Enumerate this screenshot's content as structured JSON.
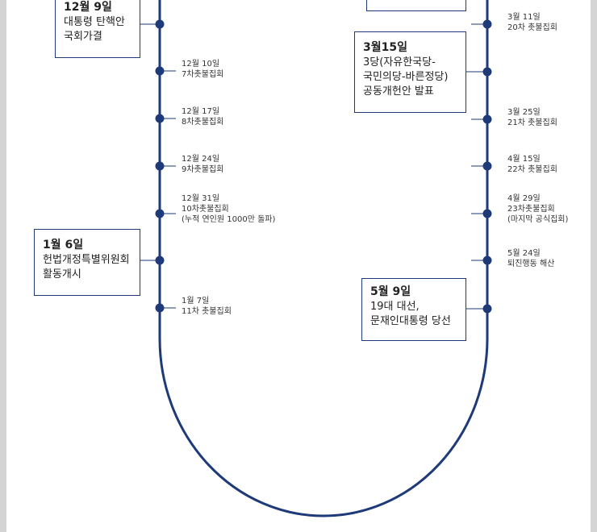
{
  "colors": {
    "line": "#1e3a78",
    "background": "#d4d4d4",
    "panel": "#ffffff"
  },
  "left_events": [
    {
      "date": "12월 10일",
      "desc": "7차촛불집회"
    },
    {
      "date": "12월 17일",
      "desc": "8차촛불집회"
    },
    {
      "date": "12월 24일",
      "desc": "9차촛불집회"
    },
    {
      "date": "12월 31일",
      "desc": "10차촛불집회",
      "note": "(누적 연인원 1000만 돌파)"
    },
    {
      "date": "1월 7일",
      "desc": "11차 촛불집회"
    }
  ],
  "right_events": [
    {
      "date": "3월 11일",
      "desc": "20차 촛불집회"
    },
    {
      "date": "3월 25일",
      "desc": "21차 촛불집회"
    },
    {
      "date": "4월 15일",
      "desc": "22차 촛불집회"
    },
    {
      "date": "4월 29일",
      "desc": "23차촛불집회",
      "note": "(마지막 공식집회)"
    },
    {
      "date": "5월 24일",
      "desc": "퇴진행동 해산"
    }
  ],
  "boxes": {
    "dec9": {
      "date": "12월 9일",
      "lines": [
        "대통령 탄핵안",
        "국회가결"
      ]
    },
    "jan6": {
      "date": "1월 6일",
      "lines": [
        "헌법개정특별위원회",
        "활동개시"
      ]
    },
    "mar15": {
      "date": "3월15일",
      "lines": [
        "3당(자유한국당-",
        "국민의당-바른정당)",
        "공동개헌안 발표"
      ]
    },
    "may9": {
      "date": "5월 9일",
      "lines": [
        "19대 대선,",
        "문재인대통령 당선"
      ]
    }
  }
}
